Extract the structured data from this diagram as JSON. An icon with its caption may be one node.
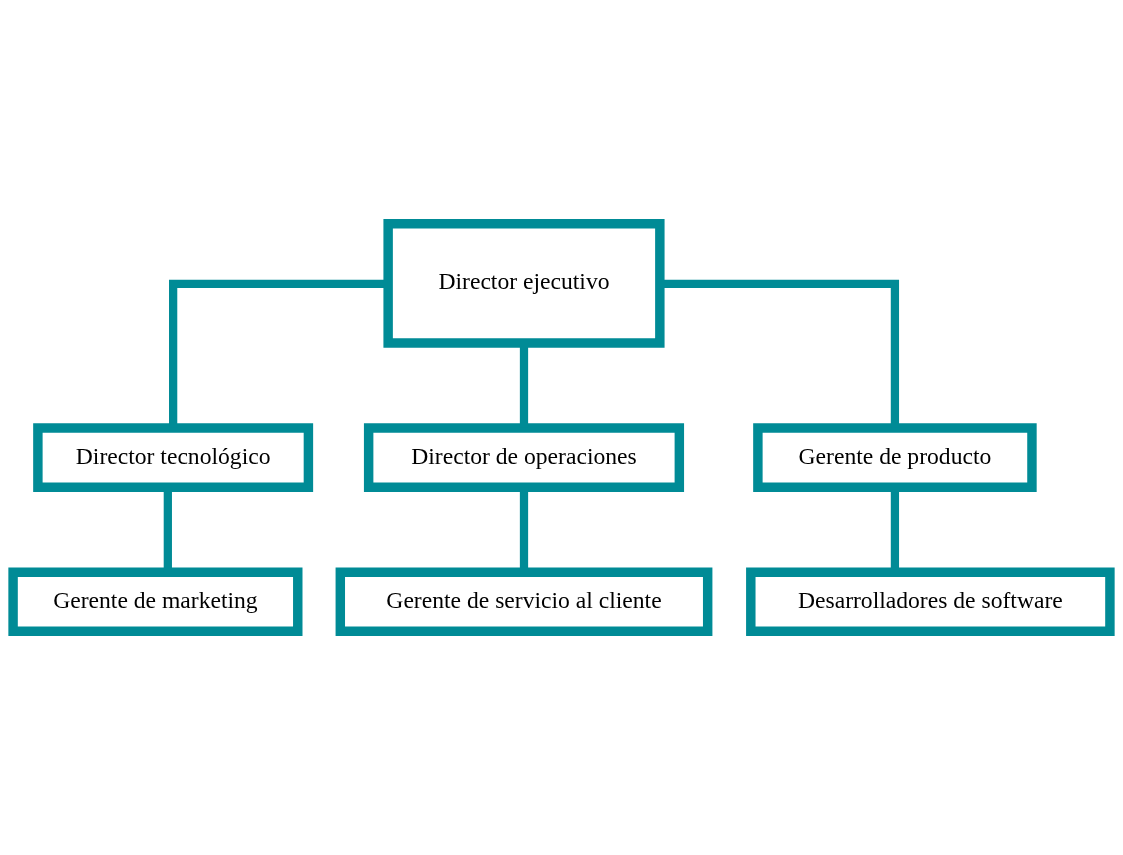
{
  "diagram": {
    "nodes": [
      {
        "text": [
          "Director ejecutivo"
        ]
      },
      {
        "text": [
          "Director tecnológico"
        ]
      },
      {
        "text": [
          "Director de operaciones"
        ]
      },
      {
        "text": [
          "Gerente de producto"
        ]
      },
      {
        "text": [
          "Gerente de marketing"
        ]
      },
      {
        "text": [
          "Gerente de servicio al cliente"
        ]
      },
      {
        "text": [
          "Desarrolladores de software"
        ]
      }
    ],
    "edges": [
      {
        "from": 0,
        "to": 1,
        "arrow": "none"
      },
      {
        "from": 0,
        "to": 2,
        "arrow": "none"
      },
      {
        "from": 0,
        "to": 3,
        "arrow": "none"
      },
      {
        "from": 1,
        "to": 4,
        "arrow": "none"
      },
      {
        "from": 2,
        "to": 5,
        "arrow": "none"
      },
      {
        "from": 3,
        "to": 6,
        "arrow": "none"
      }
    ]
  }
}
